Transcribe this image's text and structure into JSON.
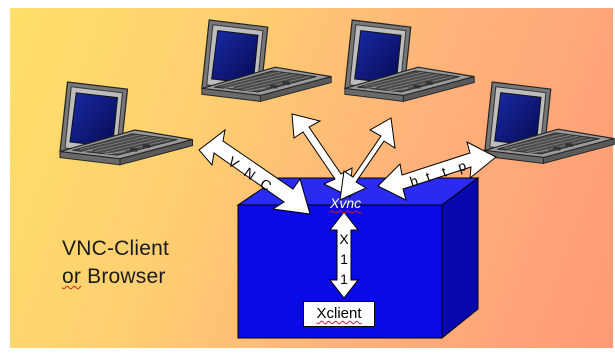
{
  "server": {
    "label": "Xvnc",
    "vertical_label": [
      "X",
      "1",
      "1"
    ]
  },
  "client_box": {
    "label": "Xclient"
  },
  "protocols": {
    "vnc_label": [
      "V",
      "N",
      "C"
    ],
    "http_label": [
      "h",
      "t",
      "t",
      "p"
    ]
  },
  "caption": {
    "line1": "VNC-Client",
    "line2_prefix": "or",
    "line2_suffix": " Browser"
  },
  "colors": {
    "box_front": "#0a0ae6",
    "box_top": "#2a2af0",
    "box_side": "#0808b0",
    "arrow_fill": "#ffffff",
    "laptop_screen": "#0a1a80"
  },
  "icons": [
    "laptop-icon",
    "double-arrow-icon"
  ]
}
